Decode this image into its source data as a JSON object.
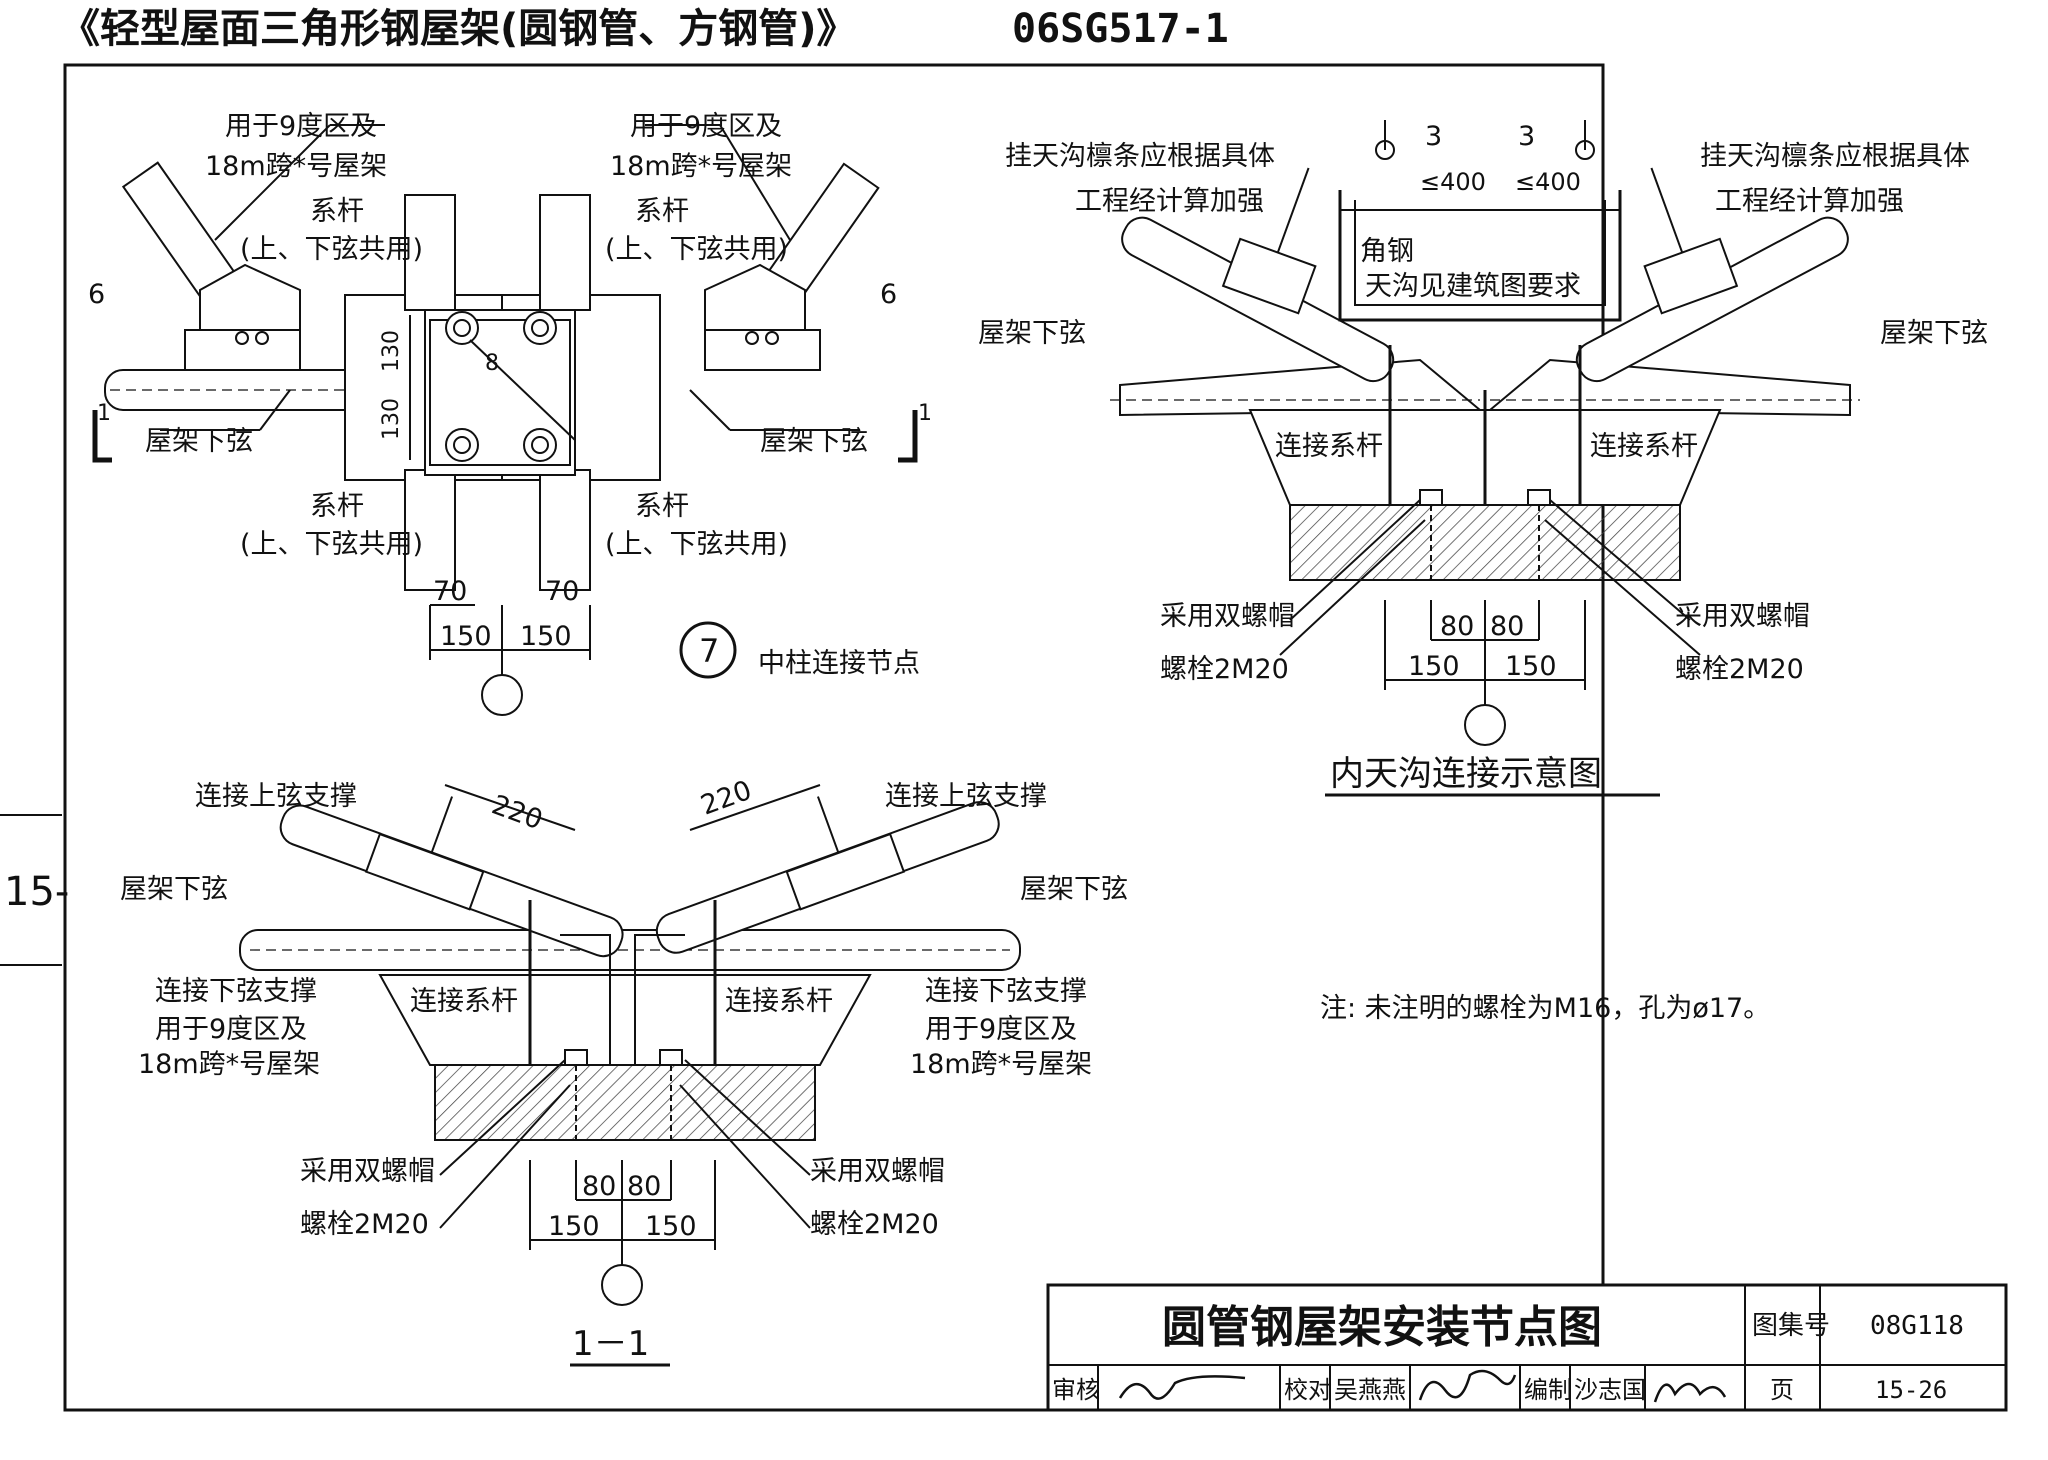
{
  "header": {
    "title": "《轻型屋面三角形钢屋架(圆钢管、方钢管)》",
    "code": "06SG517-1"
  },
  "side_tab": "15-",
  "detail7": {
    "num": "7",
    "caption": "中柱连接节点",
    "brace_note_l1": "用于9度区及",
    "brace_note_l2": "18m跨*号屋架",
    "tie_label": "系杆",
    "tie_sub": "(上、下弦共用)",
    "weld_left": "6",
    "weld_right": "6",
    "plate_mark": "8",
    "dim_130a": "130",
    "dim_130b": "130",
    "chord_label": "屋架下弦",
    "sec_mark": "1",
    "dim_70": "70",
    "dim_150": "150"
  },
  "gutter": {
    "caption": "内天沟连接示意图",
    "note_l1": "挂天沟檩条应根据具体",
    "note_l2": "工程经计算加强",
    "weld_3": "3",
    "dim_400": "≤400",
    "angle_label": "角钢",
    "gutter_label": "天沟见建筑图要求",
    "chord_label": "屋架下弦",
    "tie_label": "连接系杆",
    "nut_label": "采用双螺帽",
    "bolt_label": "螺栓2M20",
    "dim_80": "80",
    "dim_150": "150"
  },
  "section11": {
    "caption": "1－1",
    "top_brace": "连接上弦支撑",
    "dim_220": "220",
    "chord_label": "屋架下弦",
    "bottom_brace": "连接下弦支撑",
    "brace_note_l1": "用于9度区及",
    "brace_note_l2": "18m跨*号屋架",
    "tie_label": "连接系杆",
    "nut_label": "采用双螺帽",
    "bolt_label": "螺栓2M20",
    "dim_80": "80",
    "dim_150": "150"
  },
  "note": "注:   未注明的螺栓为M16，孔为ø17。",
  "title_block": {
    "drawing_title": "圆管钢屋架安装节点图",
    "atlas_label": "图集号",
    "atlas_no": "08G118",
    "review_label": "审核",
    "check_label": "校对",
    "checker": "吴燕燕",
    "edit_label": "编制",
    "editor": "沙志国",
    "page_label": "页",
    "page_no": "15-26"
  }
}
